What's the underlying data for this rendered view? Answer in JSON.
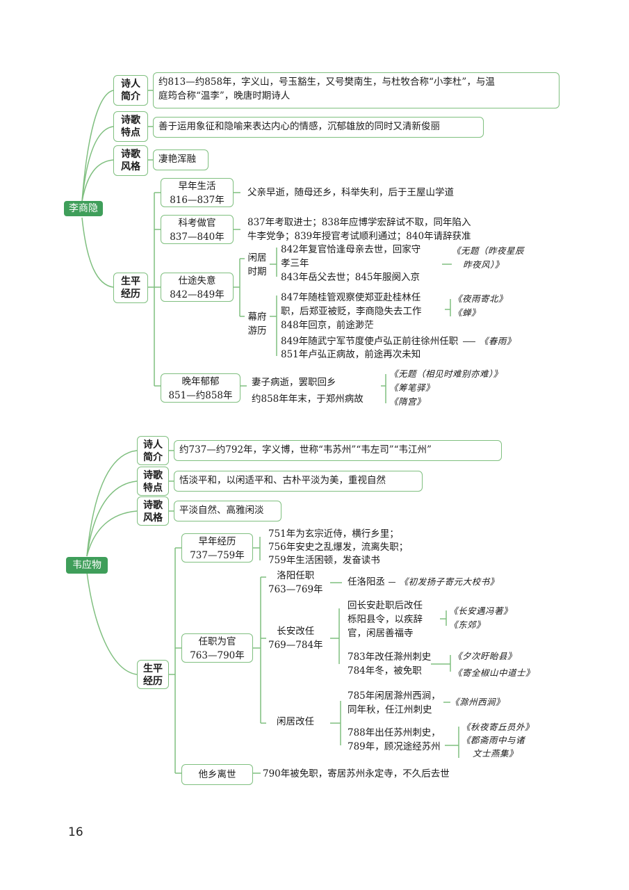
{
  "li": {
    "root": "李商隐",
    "intro": {
      "label": [
        "诗人",
        "简介"
      ],
      "text": [
        "约813—约858年，字义山，号玉豁生，又号樊南生，与杜牧合称“小李杜”，与温",
        "庭筠合称“温李”，晚唐时期诗人"
      ]
    },
    "feature": {
      "label": [
        "诗歌",
        "特点"
      ],
      "text": "善于运用象征和隐喻来表达内心的情感，沉郁雄放的同时又清新俊丽"
    },
    "style": {
      "label": [
        "诗歌",
        "风格"
      ],
      "text": "凄艳浑融"
    },
    "life": {
      "label": [
        "生平",
        "经历"
      ],
      "early": {
        "title": "早年生活",
        "years": "816—837年",
        "text": "父亲早逝，随母还乡，科举失利，后于王屋山学道"
      },
      "exam": {
        "title": "科考做官",
        "years": "837—840年",
        "text": [
          "837年考取进士；838年应博学宏辞试不取，同年陷入",
          "牛李党争；839年授官考试顺利通过；840年请辞获准"
        ]
      },
      "career": {
        "title": "仕途失意",
        "years": "842—849年",
        "idle": {
          "label": [
            "闲居",
            "时期"
          ],
          "text": [
            "842年复官恰逢母亲去世，回家守",
            "孝三年",
            "843年岳父去世；845年服阕入京"
          ],
          "poem": [
            "《无题（昨夜星辰",
            "昨夜风）》"
          ]
        },
        "travel": {
          "label": [
            "幕府",
            "游历"
          ],
          "text1": [
            "847年随桂管观察使郑亚赴桂林任",
            "职，后郑亚被贬，李商隐失去工作",
            "848年回京，前途渺茫"
          ],
          "poems1": [
            "《夜雨寄北》",
            "《蝉》"
          ],
          "text2": "849年随武宁军节度使卢弘正前往徐州任职",
          "poem2": "《春雨》",
          "text3": "851年卢弘正病故，前途再次未知"
        }
      },
      "late": {
        "title": "晚年郁郁",
        "years": "851—约858年",
        "text": [
          "妻子病逝，罢职回乡",
          "约858年年末，于郑州病故"
        ],
        "poems": [
          "《无题（相见时难别亦难）》",
          "《筹笔驿》",
          "《隋宫》"
        ]
      }
    }
  },
  "wei": {
    "root": "韦应物",
    "intro": {
      "label": [
        "诗人",
        "简介"
      ],
      "text": "约737—约792年，字义博，世称“韦苏州”“韦左司”“韦江州”"
    },
    "feature": {
      "label": [
        "诗歌",
        "特点"
      ],
      "text": "恬淡平和，以闲适平和、古朴平淡为美，重视自然"
    },
    "style": {
      "label": [
        "诗歌",
        "风格"
      ],
      "text": "平淡自然、高雅闲淡"
    },
    "life": {
      "label": [
        "生平",
        "经历"
      ],
      "early": {
        "title": "早年经历",
        "years": "737—759年",
        "text": [
          "751年为玄宗近侍，横行乡里；",
          "756年安史之乱爆发，流离失职；",
          "759年生活困顿，发奋读书"
        ]
      },
      "office": {
        "title": "任职为官",
        "years": "763—790年",
        "luoyang": {
          "title": "洛阳任职",
          "years": "763—769年",
          "text": "任洛阳丞",
          "poem": "《初发扬子寄元大校书》"
        },
        "changan": {
          "title": "长安改任",
          "years": "769—784年",
          "a": {
            "text": [
              "回长安赴职后改任",
              "栎阳县令，以疾辞",
              "官，闲居善福寺"
            ],
            "poems": [
              "《长安遇冯著》",
              "《东郊》"
            ]
          },
          "b": {
            "text": [
              "783年改任滁州刺史",
              "784年冬，被免职"
            ],
            "poems": [
              "《夕次盱眙县》",
              "《寄全椒山中道士》"
            ]
          }
        },
        "idle": {
          "title": "闲居改任",
          "a": {
            "text": [
              "785年闲居滁州西涧，",
              "同年秋，任江州刺史"
            ],
            "poem": "《滁州西涧》"
          },
          "b": {
            "text": [
              "788年出任苏州刺史，",
              "789年，顾况途经苏州"
            ],
            "poems": [
              "《秋夜寄丘员外》",
              "《郡斋雨中与诸",
              "文士燕集》"
            ]
          }
        }
      },
      "death": {
        "title": "他乡离世",
        "text": "790年被免职，寄居苏州永定寺，不久后去世"
      }
    }
  },
  "page_number": "16",
  "colors": {
    "accent": "#3f9e5a",
    "line": "#7fbf7f",
    "text": "#1a1a1a"
  }
}
